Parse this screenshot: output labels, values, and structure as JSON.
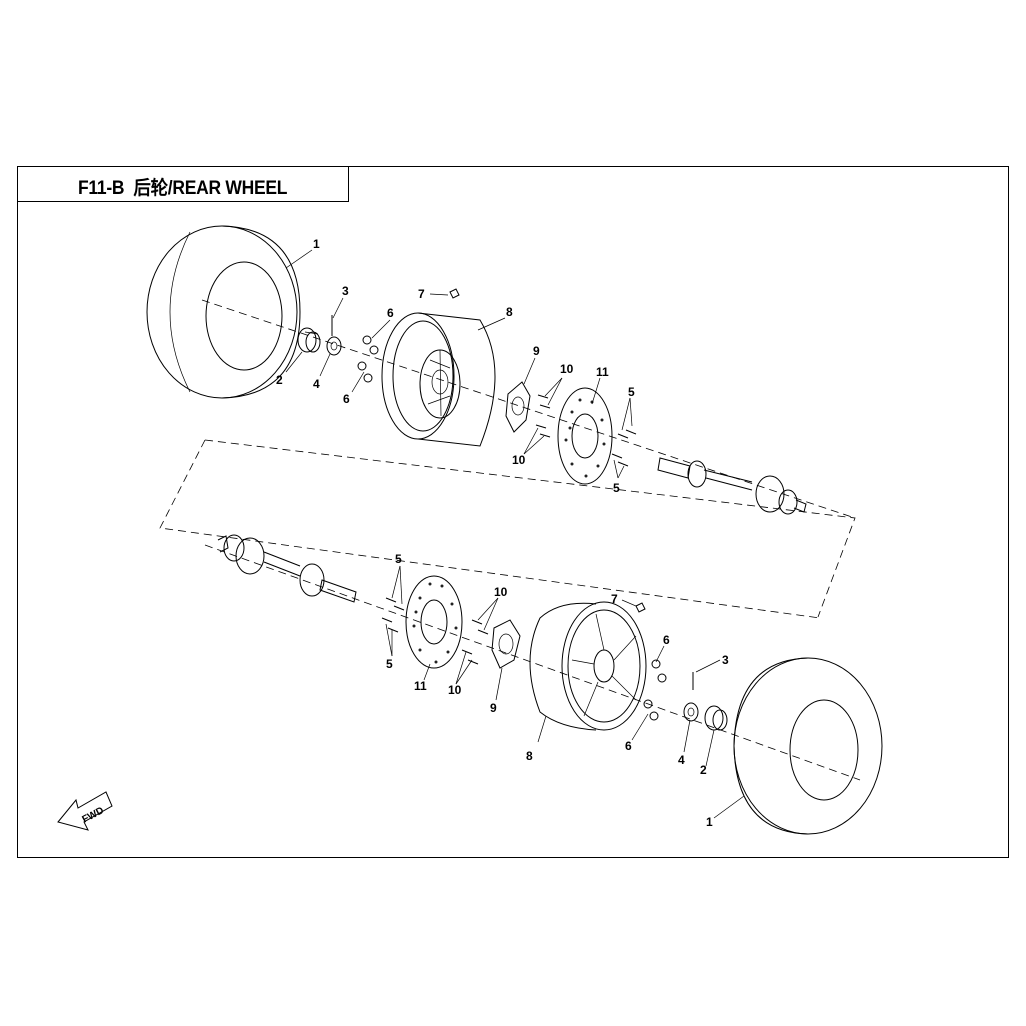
{
  "header": {
    "title_code": "F11-B",
    "title_name": "后轮/REAR WHEEL"
  },
  "fwd_arrow": {
    "label": "FWD"
  },
  "callouts": {
    "top": {
      "tire": "1",
      "cap": "2",
      "cotter_pin": "3",
      "castle_nut": "4",
      "bolt_a": "5",
      "bolt_b": "5",
      "lug_nut_a": "6",
      "lug_nut_b": "6",
      "valve": "7",
      "rim": "8",
      "hub": "9",
      "stud_a": "10",
      "stud_b": "10",
      "brake_disc": "11"
    },
    "bottom": {
      "tire": "1",
      "cap": "2",
      "cotter_pin": "3",
      "castle_nut": "4",
      "bolt_a": "5",
      "bolt_b": "5",
      "lug_nut_a": "6",
      "lug_nut_b": "6",
      "valve": "7",
      "rim": "8",
      "hub": "9",
      "stud_a": "10",
      "stud_b": "10",
      "brake_disc": "11"
    }
  }
}
